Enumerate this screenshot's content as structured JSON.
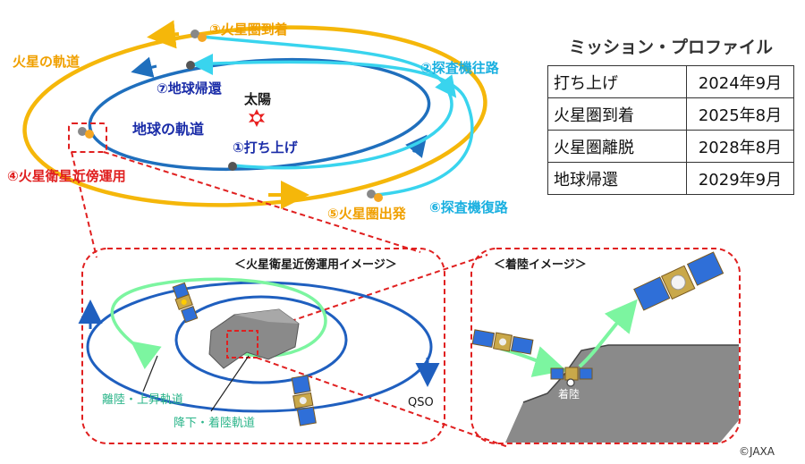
{
  "labels": {
    "mars_orbit": "火星の軌道",
    "earth_orbit": "地球の軌道",
    "sun": "太陽",
    "mars_arrival": "③火星圏到着",
    "outbound": "②探査機往路",
    "earth_return": "⑦地球帰還",
    "launch": "①打ち上げ",
    "mars_departure": "⑤火星圏出発",
    "return_path": "⑥探査機復路",
    "moon_ops": "④火星衛星近傍運用"
  },
  "profile": {
    "title": "ミッション・プロファイル",
    "rows": [
      {
        "event": "打ち上げ",
        "date": "2024年9月"
      },
      {
        "event": "火星圏到着",
        "date": "2025年8月"
      },
      {
        "event": "火星圏離脱",
        "date": "2028年8月"
      },
      {
        "event": "地球帰還",
        "date": "2029年9月"
      }
    ]
  },
  "inset_ops": {
    "title": "＜火星衛星近傍運用イメージ＞",
    "ascent_label": "離陸・上昇軌道",
    "descent_label": "降下・着陸軌道",
    "qso_label": "QSO"
  },
  "inset_landing": {
    "title": "＜着陸イメージ＞",
    "touchdown_label": "着陸"
  },
  "copyright": "©JAXA",
  "colors": {
    "mars_orbit": "#f5b70a",
    "earth_orbit": "#1f6fbd",
    "transfer": "#39d4ee",
    "dashed_red": "#e02020",
    "green_path": "#7cf5a0",
    "qso_orbit": "#1f5fbf"
  }
}
